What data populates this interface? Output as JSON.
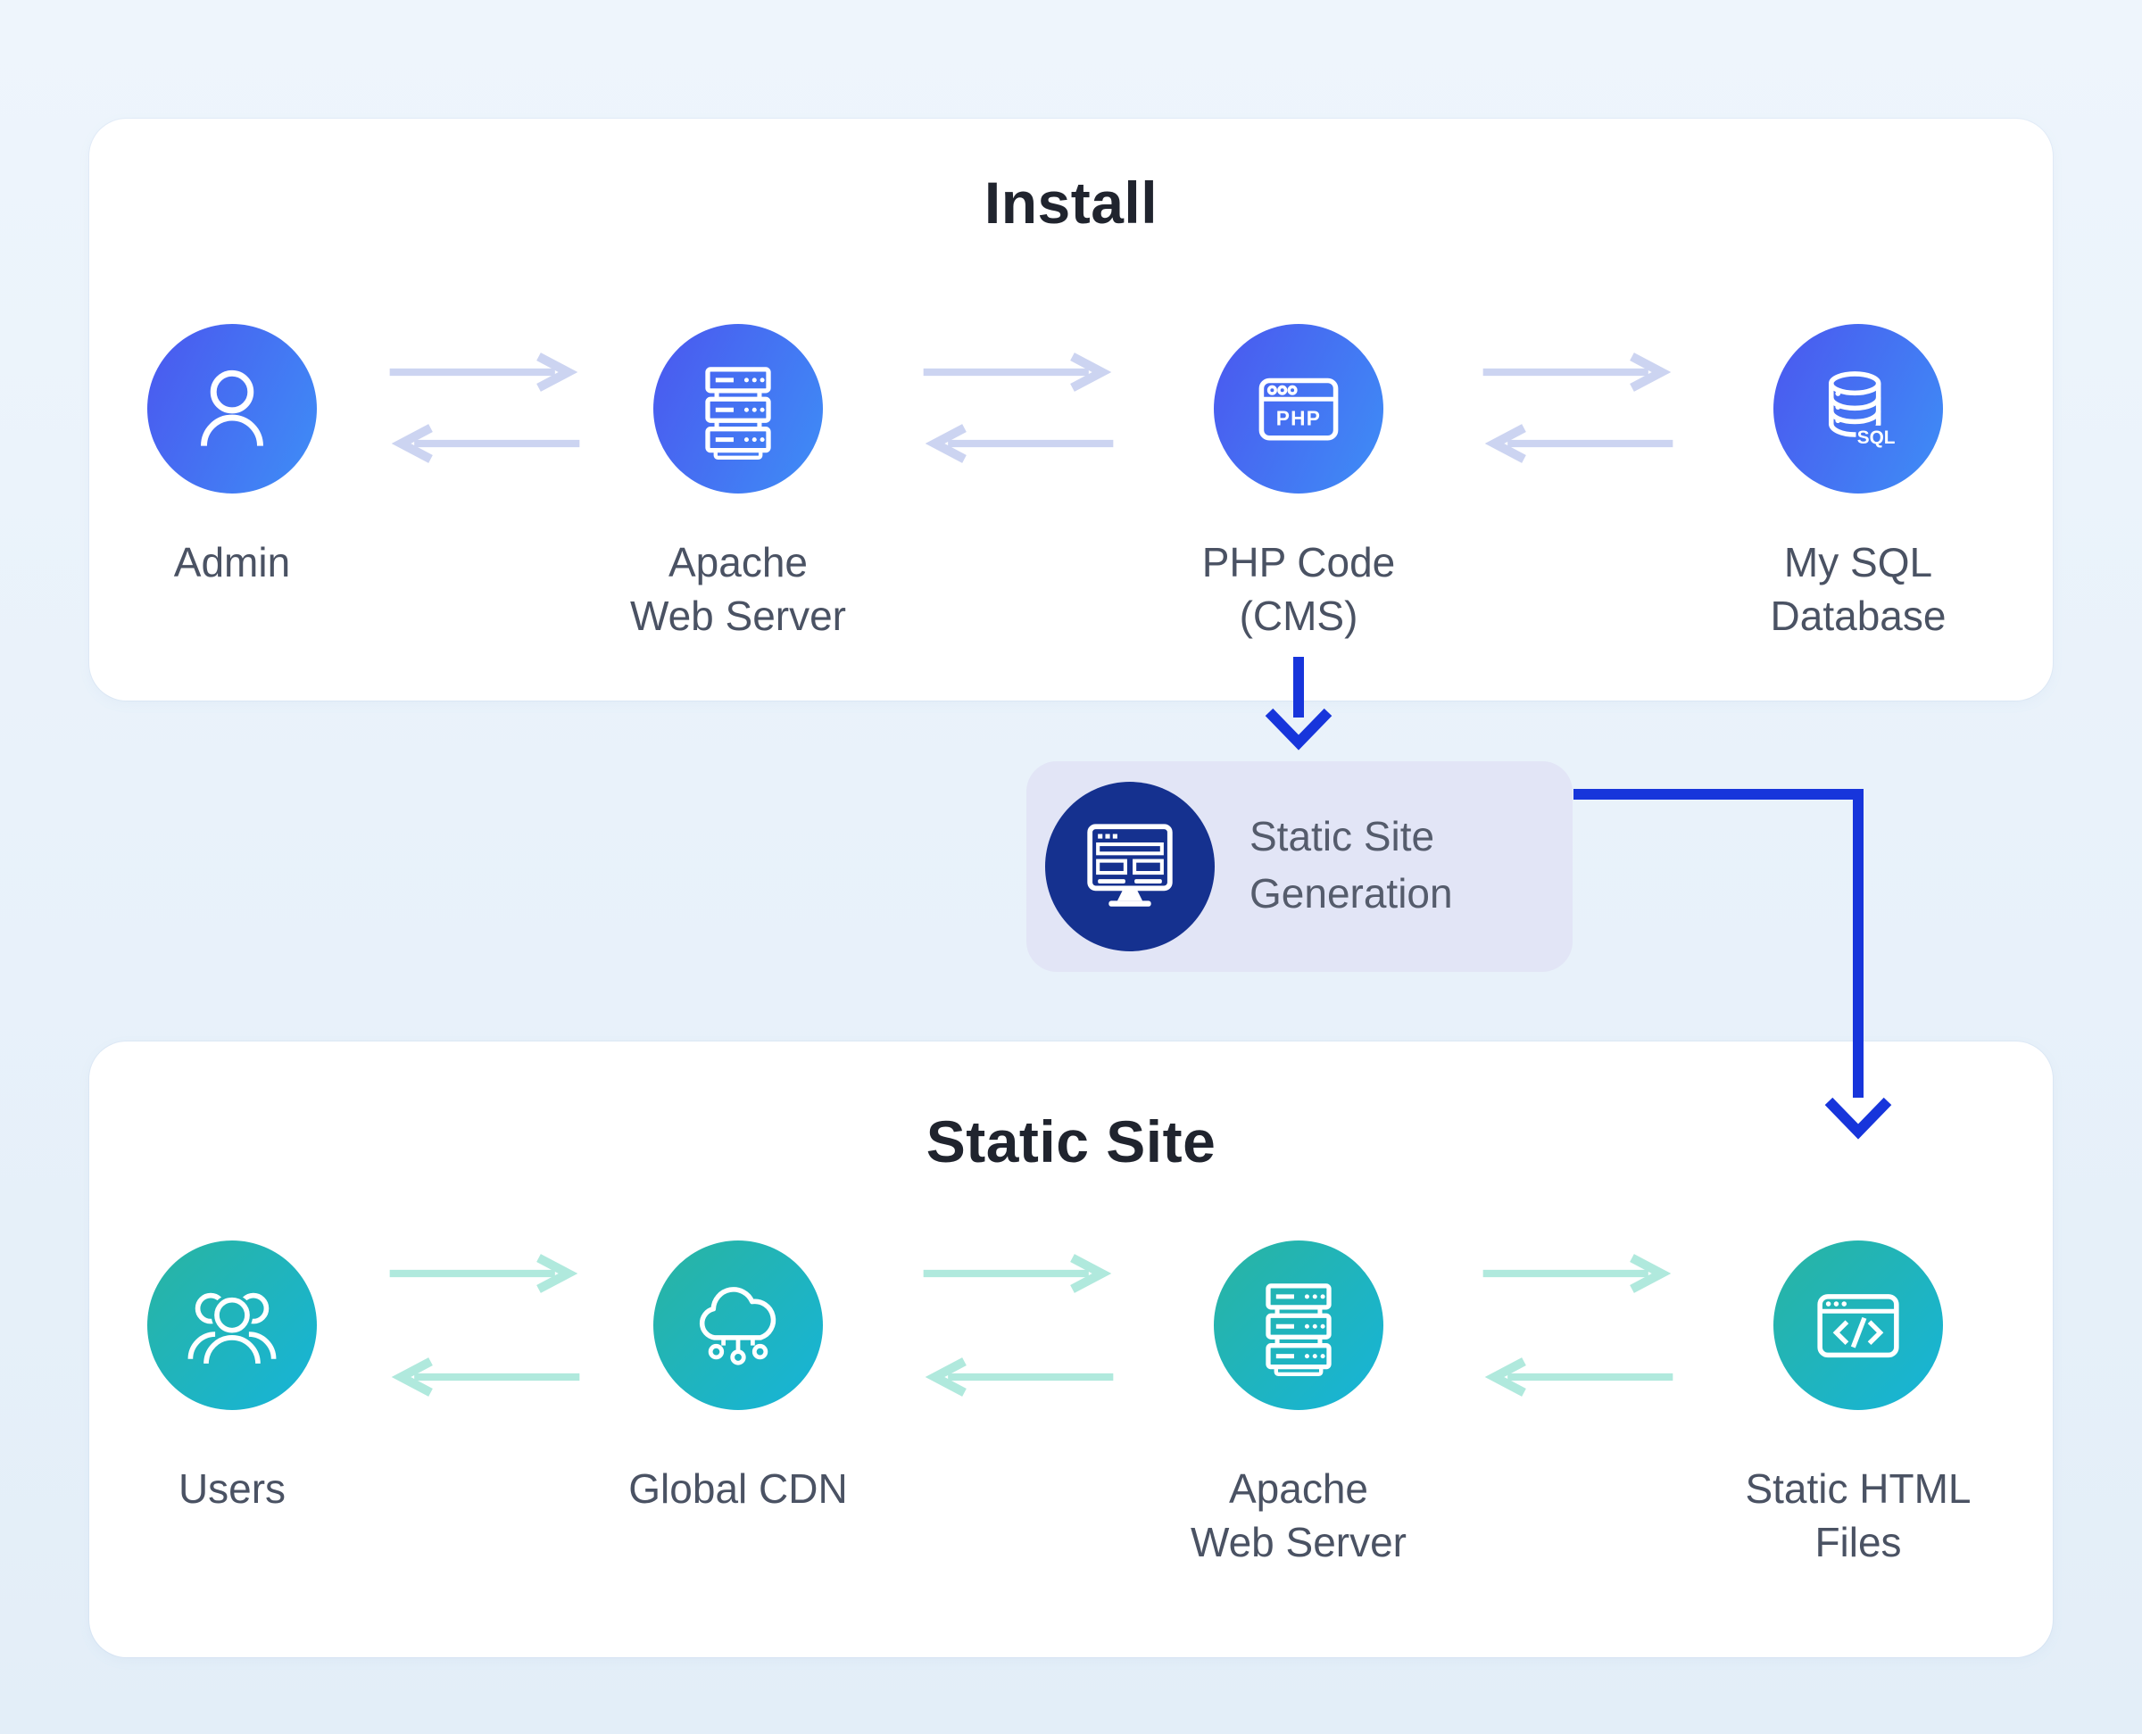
{
  "colors": {
    "bg-top": "#eef5fc",
    "bg-bottom": "#e3eef8",
    "card-bg": "#ffffff",
    "title-color": "#20242e",
    "label-color": "#4a5263",
    "blue-grad-start": "#4b57ef",
    "blue-grad-end": "#3e8ef6",
    "teal-grad-start": "#29b4a1",
    "teal-grad-end": "#16b4d9",
    "navy-circle": "#15318f",
    "arrow-light-blue": "#ccd4f1",
    "arrow-mint": "#b0e9dd",
    "flow-arrow-blue": "#1735db",
    "ssg-box-bg": "#e2e5f6",
    "ssg-text-color": "#555c6c"
  },
  "install_panel": {
    "title": "Install",
    "nodes": [
      {
        "label": "Admin",
        "icon": "person-icon"
      },
      {
        "label": "Apache\nWeb Server",
        "icon": "server-stack-icon"
      },
      {
        "label": "PHP Code\n(CMS)",
        "icon": "php-browser-icon",
        "icon_text": "PHP"
      },
      {
        "label": "My SQL\nDatabase",
        "icon": "database-sql-icon",
        "icon_text": "SQL"
      }
    ]
  },
  "generation_step": {
    "label": "Static Site\nGeneration",
    "icon": "monitor-icon"
  },
  "static_panel": {
    "title": "Static Site",
    "nodes": [
      {
        "label": "Users",
        "icon": "users-icon"
      },
      {
        "label": "Global CDN",
        "icon": "cloud-cdn-icon"
      },
      {
        "label": "Apache\nWeb Server",
        "icon": "server-stack-icon"
      },
      {
        "label": "Static HTML\nFiles",
        "icon": "code-browser-icon"
      }
    ]
  }
}
